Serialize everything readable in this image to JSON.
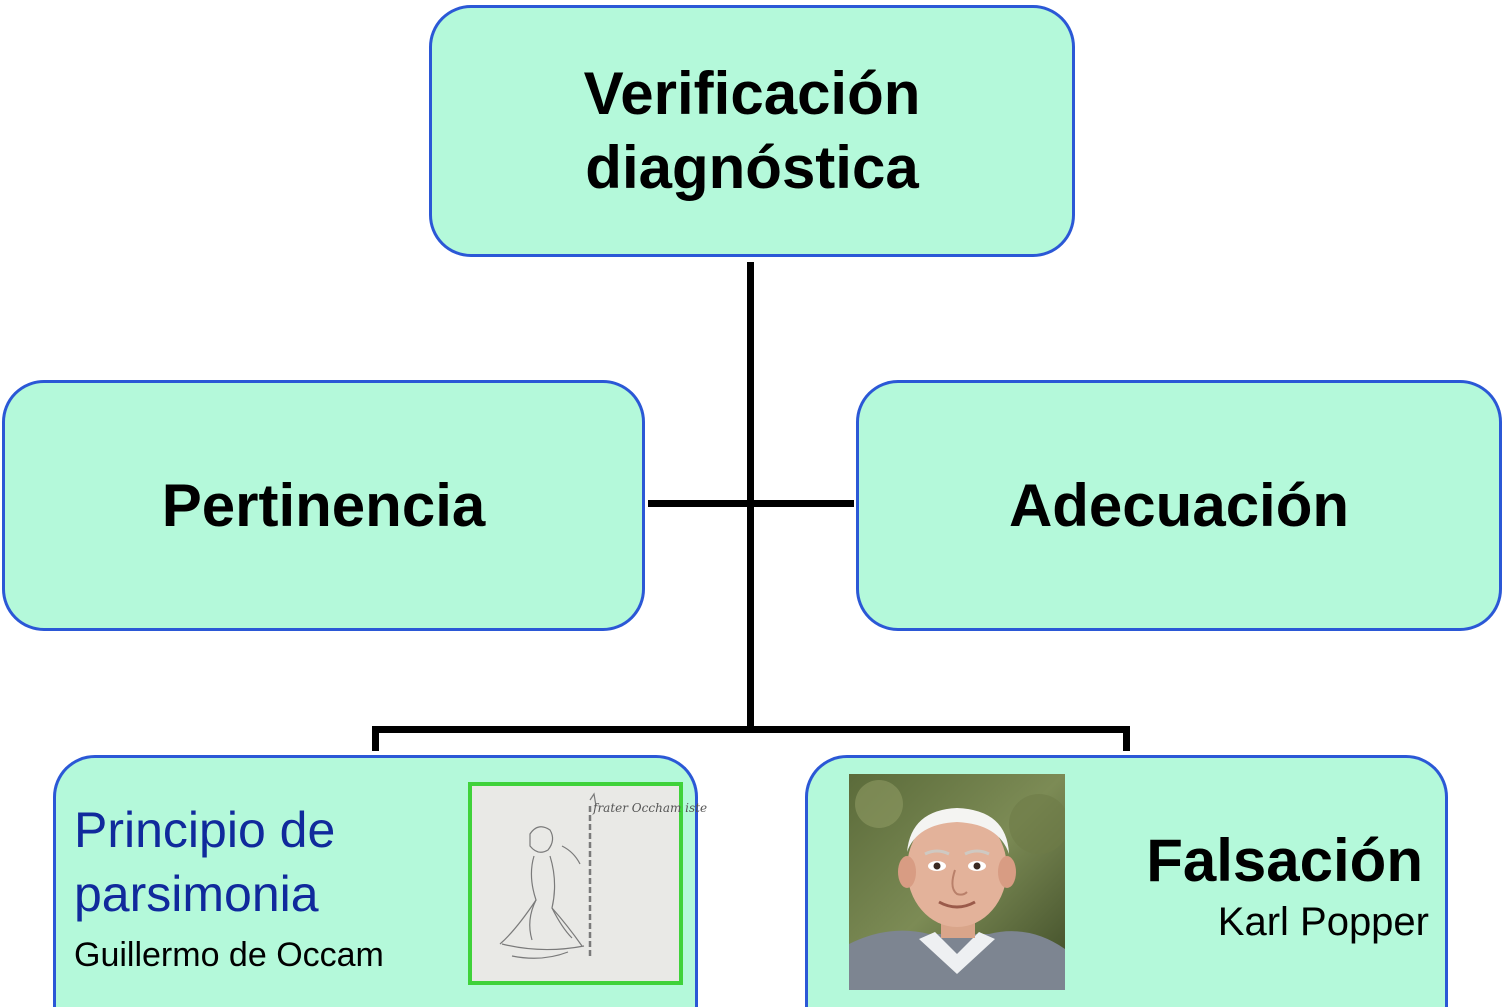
{
  "top": {
    "line1": "Verificación",
    "line2": "diagnóstica"
  },
  "left": {
    "label": "Pertinencia"
  },
  "right": {
    "label": "Adecuación"
  },
  "bottom_left": {
    "title_line1": "Principio de",
    "title_line2": "parsimonia",
    "subtitle": "Guillermo de Occam",
    "image_icon": "occam-sketch-icon",
    "sketch_caption": "frater Occham iste"
  },
  "bottom_right": {
    "title": "Falsación",
    "subtitle": "Karl Popper",
    "image_icon": "portrait-photo-icon"
  },
  "colors": {
    "box_fill": "#b4f9da",
    "box_border": "#2b58d6",
    "connector": "#000000",
    "occam_text": "#102a9c",
    "occam_frame": "#3fd23a"
  }
}
